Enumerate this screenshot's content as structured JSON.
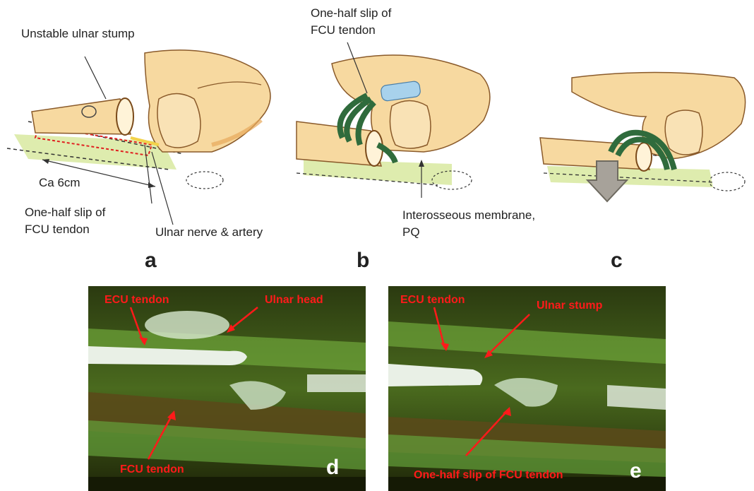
{
  "panel_a": {
    "letter": "a",
    "unstable_ulnar_stump": "Unstable ulnar stump",
    "length": "Ca 6cm",
    "half_slip_line1": "One-half slip of",
    "half_slip_line2": "FCU tendon",
    "nerve_artery": "Ulnar nerve & artery"
  },
  "panel_b": {
    "letter": "b",
    "half_slip_line1": "One-half slip of",
    "half_slip_line2": "FCU tendon",
    "membrane_line1": "Interosseous membrane,",
    "membrane_line2": "PQ"
  },
  "panel_c": {
    "letter": "c"
  },
  "panel_d": {
    "letter": "d",
    "ecu": "ECU tendon",
    "ulnar_head": "Ulnar head",
    "fcu": "FCU tendon"
  },
  "panel_e": {
    "letter": "e",
    "ecu": "ECU tendon",
    "ulnar_stump": "Ulnar stump",
    "half_slip": "One-half slip of FCU tendon"
  },
  "colors": {
    "skin": "#f7d9a0",
    "skin_shade": "#e7a85a",
    "tendon": "#2f6b3c",
    "membrane": "#d6e79a",
    "label_red": "#ff1a1a",
    "arrow_gray": "#a7a29a"
  }
}
